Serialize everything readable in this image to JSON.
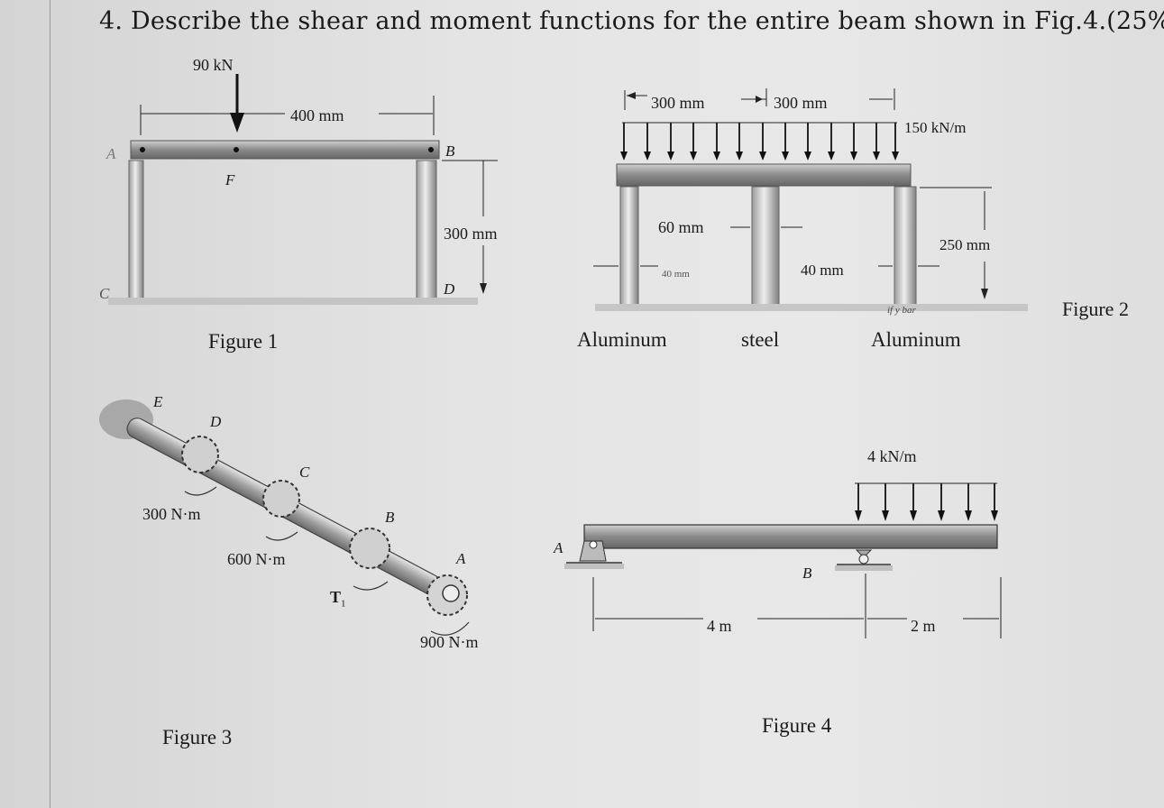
{
  "question": {
    "number": "4.",
    "text": "Describe the shear and moment functions for the entire beam shown in Fig.4.(25%)"
  },
  "figure1": {
    "caption": "Figure 1",
    "load": "90 kN",
    "span": "400 mm",
    "height": "300 mm",
    "points": {
      "A": "A",
      "B": "B",
      "C": "C",
      "D": "D",
      "F": "F"
    }
  },
  "figure2": {
    "caption": "Figure 2",
    "span_left": "300 mm",
    "span_right": "300 mm",
    "load": "150 kN/m",
    "height": "250 mm",
    "dia_left": "60 mm",
    "dia_mid": "40 mm",
    "dia_small": "40 mm",
    "material_left": "Aluminum",
    "material_mid": "steel",
    "material_right": "Aluminum",
    "handwritten": "if y bar"
  },
  "figure3": {
    "caption": "Figure 3",
    "torques": [
      "300 N·m",
      "600 N·m",
      "900 N·m"
    ],
    "t1": "T",
    "t1_sub": "1",
    "points": {
      "E": "E",
      "D": "D",
      "C": "C",
      "B": "B",
      "A": "A"
    }
  },
  "figure4": {
    "caption": "Figure 4",
    "load": "4 kN/m",
    "span1": "4 m",
    "span2": "2 m",
    "points": {
      "A": "A",
      "B": "B"
    }
  }
}
